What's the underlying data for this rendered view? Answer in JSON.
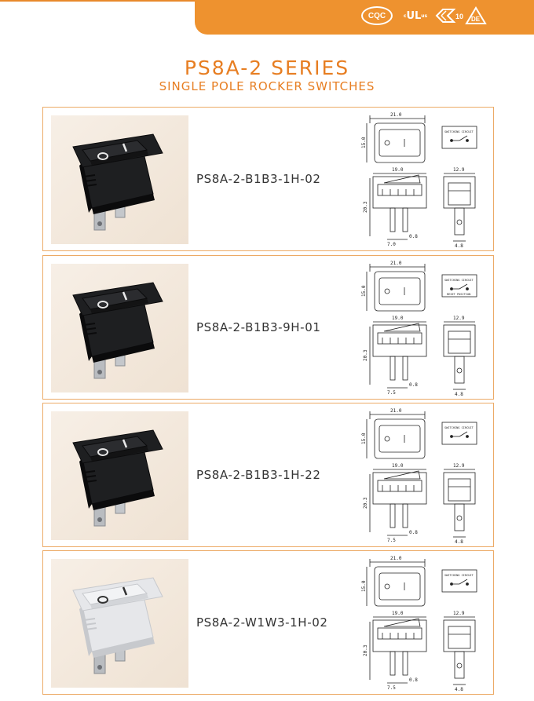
{
  "header": {
    "certifications": [
      {
        "name": "cqc-mark",
        "text": "CQC"
      },
      {
        "name": "ul-mark",
        "text": "UL",
        "sub_c": "c",
        "sub_us": "us"
      },
      {
        "name": "enec-mark",
        "text": "10"
      },
      {
        "name": "vde-mark",
        "text": "DE"
      }
    ],
    "colors": {
      "accent": "#ee922f",
      "border": "#ecaa66",
      "title": "#e77e22"
    }
  },
  "title": "PS8A-2  SERIES",
  "subtitle": "SINGLE POLE ROCKER SWITCHES",
  "products": [
    {
      "model": "PS8A-2-B1B3-1H-02",
      "color": "black",
      "circuit_label": "SWITCHING CIRCUIT",
      "circuit_note": "",
      "dims": {
        "width": "21.0",
        "height": "15.0",
        "body": "19.0",
        "side": "12.9",
        "depth": "20.3",
        "pitch": "7.0",
        "term": "0.8",
        "tab": "4.8"
      }
    },
    {
      "model": "PS8A-2-B1B3-9H-01",
      "color": "black",
      "circuit_label": "SWITCHING CIRCUIT",
      "circuit_note": "RESET POSITION",
      "dims": {
        "width": "21.0",
        "height": "15.0",
        "body": "19.0",
        "side": "12.9",
        "depth": "20.3",
        "pitch": "7.5",
        "term": "0.8",
        "tab": "4.8"
      }
    },
    {
      "model": "PS8A-2-B1B3-1H-22",
      "color": "black",
      "circuit_label": "SWITCHING CIRCUIT",
      "circuit_note": "",
      "dims": {
        "width": "21.0",
        "height": "15.0",
        "body": "19.0",
        "side": "12.9",
        "depth": "20.3",
        "pitch": "7.5",
        "term": "0.8",
        "tab": "4.8"
      }
    },
    {
      "model": "PS8A-2-W1W3-1H-02",
      "color": "white",
      "circuit_label": "SWITCHING CIRCUIT",
      "circuit_note": "",
      "dims": {
        "width": "21.0",
        "height": "15.0",
        "body": "19.0",
        "side": "12.9",
        "depth": "20.3",
        "pitch": "7.5",
        "term": "0.8",
        "tab": "4.8"
      }
    }
  ]
}
